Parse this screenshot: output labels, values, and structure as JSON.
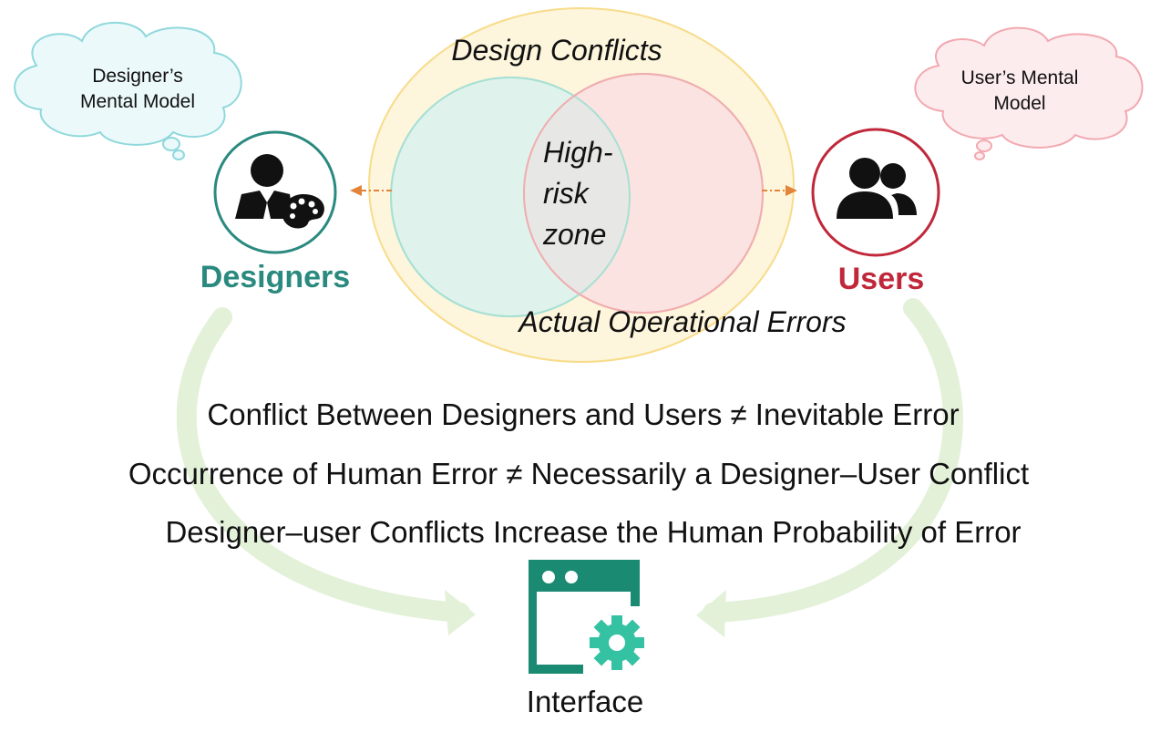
{
  "designer_cloud": {
    "line1": "Designer’s",
    "line2": "Mental Model"
  },
  "user_cloud": {
    "line1": "User’s Mental",
    "line2": "Model"
  },
  "designers_label": "Designers",
  "users_label": "Users",
  "venn": {
    "outer_label": "Design Conflicts",
    "bottom_label": "Actual Operational Errors",
    "overlap_line1": "High-",
    "overlap_line2": "risk",
    "overlap_line3": "zone"
  },
  "statements": [
    "Conflict Between Designers and Users ≠ Inevitable Error",
    "Occurrence of Human Error ≠ Necessarily a Designer–User Conflict",
    "Designer–user Conflicts Increase the Human Probability of Error"
  ],
  "interface_label": "Interface",
  "icons": {
    "designer": "designer-palette-icon",
    "users": "users-group-icon",
    "interface": "interface-settings-icon"
  },
  "colors": {
    "designer_teal": "#2a8a7f",
    "user_red": "#c0283a",
    "venn_outer": "#fdf5dc",
    "venn_left": "#dff3ec",
    "venn_right": "#fbe3e1",
    "overlap": "#e6e6e4",
    "arrow_green": "#e3f1d8",
    "dash_orange": "#e2843a",
    "interface_teal": "#1b8a72",
    "gear_teal": "#35c2a3"
  }
}
